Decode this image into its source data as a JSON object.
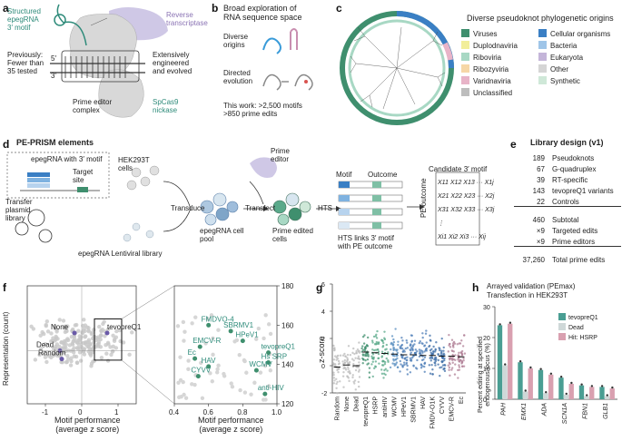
{
  "panels": {
    "a": {
      "label": "a",
      "structured": "Structured\nepegRNA\n3′ motif",
      "rt": "Reverse\ntranscriptase",
      "previously": "Previously:\nFewer than\n35 tested",
      "extensively": "Extensively\nengineered\nand evolved",
      "complex": "Prime editor\ncomplex",
      "nickase": "SpCas9\nnickase",
      "five": "5′",
      "three": "3′"
    },
    "b": {
      "label": "b",
      "title": "Broad exploration of\nRNA sequence space",
      "diverse": "Diverse\norigins",
      "directed": "Directed\nevolution",
      "thiswork": "This work: >2,500 motifs\n>850 prime edits"
    },
    "c": {
      "label": "c",
      "title": "Diverse pseudoknot phylogenetic origins",
      "legend": [
        {
          "name": "Viruses",
          "color": "#3f8f6e"
        },
        {
          "name": "Cellular organisms",
          "color": "#3a7fc4"
        },
        {
          "name": "Duplodnaviria",
          "color": "#f2ee9a"
        },
        {
          "name": "Bacteria",
          "color": "#9fc5e8"
        },
        {
          "name": "Riboviria",
          "color": "#a8d8c4"
        },
        {
          "name": "Eukaryota",
          "color": "#c4b5d9"
        },
        {
          "name": "Ribozyviria",
          "color": "#f6d7a7"
        },
        {
          "name": "Other",
          "color": "#d5d5d5"
        },
        {
          "name": "Varidnaviria",
          "color": "#e8b4c8"
        },
        {
          "name": "Synthetic",
          "color": "#cfe8d8"
        },
        {
          "name": "Unclassified",
          "color": "#bdbdbd"
        }
      ]
    },
    "d": {
      "label": "d",
      "title": "PE-PRISM elements",
      "epeg": "epegRNA with 3′ motif",
      "target": "Target\nsite",
      "transfer": "Transfer\nplasmid\nlibrary",
      "lenti": "epegRNA Lentiviral library",
      "hek": "HEK293T\ncells",
      "transduce": "Transduce",
      "pool": "epegRNA cell\npool",
      "prime": "Prime\neditor",
      "transfect": "Transfect",
      "edited": "Prime edited\ncells",
      "hts": "HTS",
      "motif": "Motif",
      "outcome": "Outcome",
      "links": "HTS links 3′ motif\nwith PE outcome",
      "candidate": "Candidate 3′ motif",
      "peoutcome": "PE outcome",
      "matrix": [
        "X11 X12 X13 ··· X1j",
        "X21 X22 X23 ··· X2j",
        "X31 X32 X33 ··· X3j",
        "⋮",
        "Xi1 Xi2 Xi3 ··· Xij"
      ]
    },
    "e": {
      "label": "e",
      "title": "Library design (v1)",
      "rows": [
        {
          "n": "189",
          "t": "Pseudoknots"
        },
        {
          "n": "67",
          "t": "G-quadruplex"
        },
        {
          "n": "39",
          "t": "RT-specific"
        },
        {
          "n": "143",
          "t": "tevopreQ1 variants"
        },
        {
          "n": "22",
          "t": "Controls"
        },
        {
          "n": "460",
          "t": "Subtotal"
        },
        {
          "n": "×9",
          "t": "Targeted edits"
        },
        {
          "n": "×9",
          "t": "Prime editors"
        },
        {
          "n": "37,260",
          "t": "Total prime edits"
        }
      ]
    },
    "f": {
      "label": "f",
      "ylabel": "Representation (count)",
      "xlabel": "Motif performance\n(average z score)",
      "ylabels_right": [
        "180",
        "160",
        "140",
        "120"
      ],
      "tevo": "tevopreQ1"
    },
    "g": {
      "label": "g",
      "ylabel": "z-score"
    },
    "h": {
      "label": "h",
      "title": "Arrayed validation (PEmax)\nTransfection in HEK293T",
      "ylabel": "Percent editing at specified\nendogenous locus (%)"
    }
  },
  "chart_data": [
    {
      "type": "scatter",
      "panel": "f-left",
      "xlabel": "Motif performance\n(average z score)",
      "ylabel": "Representation (count)",
      "xlim": [
        -1.5,
        1.5
      ],
      "xticks": [
        "-1",
        "0",
        "1"
      ],
      "labeled_points": [
        {
          "name": "None",
          "x": -0.2,
          "y": 0.6
        },
        {
          "name": "Dead",
          "x": -0.6,
          "y": 0.45
        },
        {
          "name": "Random",
          "x": -0.55,
          "y": 0.38
        },
        {
          "name": "tevopreQ1",
          "x": 0.7,
          "y": 0.6
        }
      ]
    },
    {
      "type": "scatter",
      "panel": "f-right",
      "xlim": [
        0.4,
        1.0
      ],
      "ylim": [
        120,
        180
      ],
      "xticks": [
        "0.4",
        "0.6",
        "0.8",
        "1.0"
      ],
      "yticks": [
        "120",
        "140",
        "160",
        "180"
      ],
      "points": [
        {
          "name": "FMDVO-4",
          "x": 0.6,
          "y": 160
        },
        {
          "name": "SBRMV1",
          "x": 0.73,
          "y": 157
        },
        {
          "name": "HPeV1",
          "x": 0.8,
          "y": 152
        },
        {
          "name": "EMCV-R",
          "x": 0.55,
          "y": 149
        },
        {
          "name": "Ec",
          "x": 0.52,
          "y": 143
        },
        {
          "name": "tevopreQ1",
          "x": 0.95,
          "y": 146
        },
        {
          "name": "HAV",
          "x": 0.6,
          "y": 139
        },
        {
          "name": "Hs SRP",
          "x": 0.95,
          "y": 141
        },
        {
          "name": "WCMV",
          "x": 0.88,
          "y": 137
        },
        {
          "name": "CYVV",
          "x": 0.54,
          "y": 134
        },
        {
          "name": "anti-HIV",
          "x": 0.93,
          "y": 125
        }
      ]
    },
    {
      "type": "scatter",
      "panel": "g",
      "ylabel": "z-score",
      "ylim": [
        -2,
        6
      ],
      "yticks": [
        "-2",
        "0",
        "2",
        "4",
        "6"
      ],
      "categories": [
        "Random",
        "None",
        "Dead",
        "tevopreQ1",
        "HSRP",
        "antiHIV",
        "WCMV",
        "HPeV1",
        "SBRMV1",
        "HAV",
        "FMDV-O1K",
        "CYVV",
        "EMCV-R",
        "Ec"
      ],
      "means": [
        -0.1,
        0.05,
        0.0,
        1.0,
        0.95,
        0.9,
        0.85,
        0.8,
        0.8,
        0.75,
        0.75,
        0.7,
        0.7,
        0.65
      ]
    },
    {
      "type": "bar",
      "panel": "h",
      "ylabel": "Percent editing at specified\nendogenous locus (%)",
      "ylim": [
        0,
        30
      ],
      "yticks": [
        "0",
        "10",
        "20",
        "30"
      ],
      "categories": [
        "PAH",
        "EMX1",
        "ADA",
        "SCN1A",
        "FBN1",
        "GLB1"
      ],
      "series": [
        {
          "name": "tevopreQ1",
          "color": "#4a9e93",
          "values": [
            24,
            12,
            9.5,
            7,
            4.5,
            4
          ]
        },
        {
          "name": "Dead",
          "color": "#cfd8d8",
          "values": [
            11,
            2.5,
            2,
            1.5,
            1,
            1
          ]
        },
        {
          "name": "Hit: HSRP",
          "color": "#d9a0b0",
          "values": [
            24.5,
            10,
            8,
            5,
            4,
            3.5
          ]
        }
      ]
    }
  ]
}
